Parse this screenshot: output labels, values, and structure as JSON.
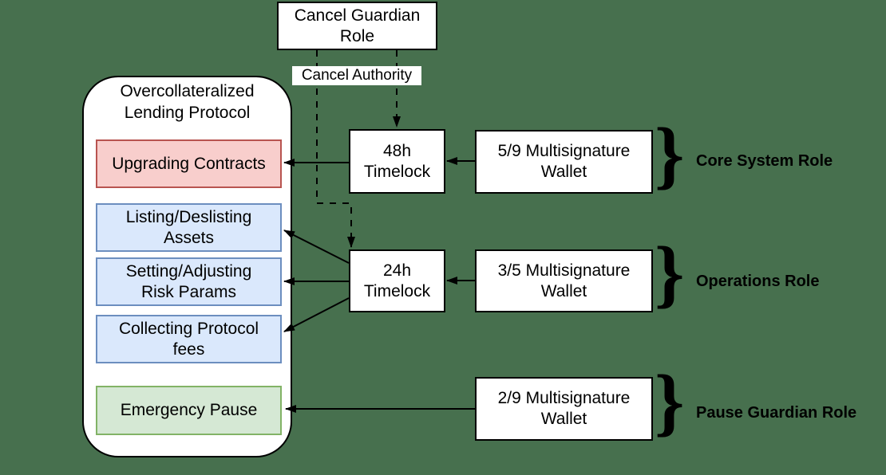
{
  "canvas": {
    "background": "#47704e",
    "node_fill": "#ffffff",
    "line_color": "#000000"
  },
  "cancel_guardian": {
    "label": "Cancel Guardian\nRole"
  },
  "cancel_authority": {
    "label": "Cancel Authority"
  },
  "protocol": {
    "title": "Overcollateralized\nLending Protocol",
    "functions": [
      {
        "label": "Upgrading Contracts",
        "fill": "#f8cecc",
        "border": "#b85450"
      },
      {
        "label": "Listing/Deslisting\nAssets",
        "fill": "#dae8fc",
        "border": "#6c8ebf"
      },
      {
        "label": "Setting/Adjusting\nRisk Params",
        "fill": "#dae8fc",
        "border": "#6c8ebf"
      },
      {
        "label": "Collecting Protocol\nfees",
        "fill": "#dae8fc",
        "border": "#6c8ebf"
      },
      {
        "label": "Emergency Pause",
        "fill": "#d5e8d4",
        "border": "#82b366"
      }
    ]
  },
  "timelocks": [
    {
      "label": "48h\nTimelock"
    },
    {
      "label": "24h\nTimelock"
    }
  ],
  "wallets": [
    {
      "label": "5/9 Multisignature\nWallet",
      "role": "Core System Role"
    },
    {
      "label": "3/5 Multisignature\nWallet",
      "role": "Operations Role"
    },
    {
      "label": "2/9 Multisignature\nWallet",
      "role": "Pause Guardian Role"
    }
  ],
  "brace_glyph": "}",
  "edges": [
    {
      "from": "5/9 Multisignature Wallet",
      "to": "48h Timelock",
      "style": "solid"
    },
    {
      "from": "48h Timelock",
      "to": "Upgrading Contracts",
      "style": "solid"
    },
    {
      "from": "3/5 Multisignature Wallet",
      "to": "24h Timelock",
      "style": "solid"
    },
    {
      "from": "24h Timelock",
      "to": "Listing/Deslisting Assets",
      "style": "solid"
    },
    {
      "from": "24h Timelock",
      "to": "Setting/Adjusting Risk Params",
      "style": "solid"
    },
    {
      "from": "24h Timelock",
      "to": "Collecting Protocol fees",
      "style": "solid"
    },
    {
      "from": "2/9 Multisignature Wallet",
      "to": "Emergency Pause",
      "style": "solid"
    },
    {
      "from": "Cancel Guardian Role",
      "to": "48h Timelock",
      "style": "dashed",
      "label": "Cancel Authority"
    },
    {
      "from": "Cancel Guardian Role",
      "to": "24h Timelock",
      "style": "dashed",
      "label": "Cancel Authority"
    }
  ]
}
